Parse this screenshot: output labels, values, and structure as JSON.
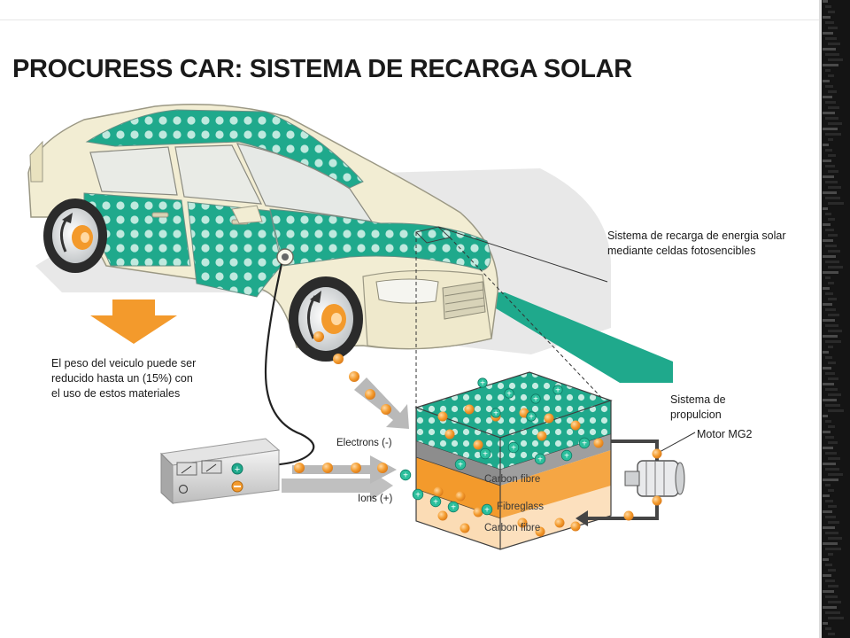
{
  "slide": {
    "title": "PROCURESS CAR: SISTEMA DE RECARGA SOLAR"
  },
  "annotations": {
    "solar": [
      "Sistema de recarga  de energia solar",
      "mediante celdas fotosencibles"
    ],
    "weight": [
      "El peso del veiculo puede ser",
      "reducido hasta un (15%) con",
      "el uso de estos materiales"
    ],
    "propulsion": [
      "Sistema de",
      "propulcion"
    ],
    "motor": "Motor MG2"
  },
  "diagram_labels": {
    "electrons": "Electrons (-)",
    "ions": "Ions (+)",
    "carbon_top": "Carbon fibre",
    "fiberglass": "Fibreglass",
    "carbon_bottom": "Carbon fibre"
  },
  "colors": {
    "green": "#1fa98c",
    "orange": "#f39a2c",
    "car_body": "#f2edd3"
  },
  "icons": [
    "down-arrow-icon",
    "charger-icon",
    "motor-icon",
    "plus-icon",
    "minus-icon"
  ]
}
